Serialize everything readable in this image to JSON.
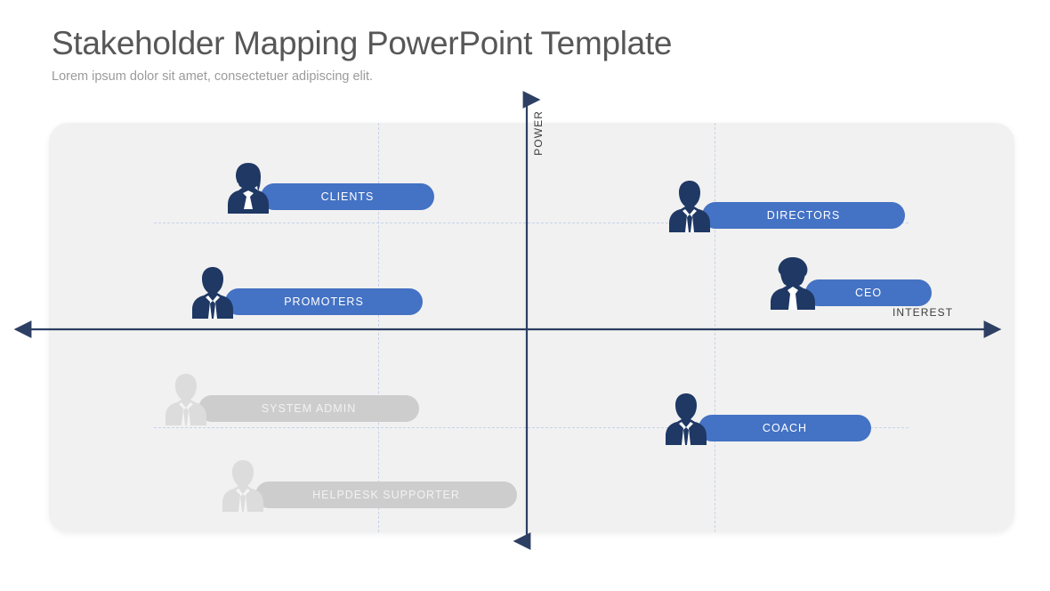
{
  "header": {
    "title": "Stakeholder Mapping PowerPoint Template",
    "subtitle": "Lorem ipsum dolor sit amet, consectetuer adipiscing elit."
  },
  "axes": {
    "vertical_label": "POWER",
    "horizontal_label": "INTEREST",
    "axis_color": "#2d3f63"
  },
  "colors": {
    "panel_background": "#f1f1f1",
    "pill_active": "#4472c4",
    "pill_inactive": "#cdcdcd",
    "silhouette_active": "#1f3864",
    "silhouette_inactive": "#dcdcdc",
    "gridline": "#c6d3e8",
    "title": "#575757",
    "subtitle": "#9b9b9b"
  },
  "chart_data": {
    "type": "scatter",
    "title": "Stakeholder Mapping PowerPoint Template",
    "xlabel": "INTEREST",
    "ylabel": "POWER",
    "quadrants": [
      "high-power-low-interest",
      "high-power-high-interest",
      "low-power-low-interest",
      "low-power-high-interest"
    ],
    "points": [
      {
        "label": "CLIENTS",
        "quadrant": "high-power-low-interest",
        "interest": "low",
        "power": "high"
      },
      {
        "label": "DIRECTORS",
        "quadrant": "high-power-high-interest",
        "interest": "high",
        "power": "high"
      },
      {
        "label": "PROMOTERS",
        "quadrant": "high-power-low-interest",
        "interest": "low",
        "power": "high"
      },
      {
        "label": "CEO",
        "quadrant": "high-power-high-interest",
        "interest": "high",
        "power": "high"
      },
      {
        "label": "SYSTEM ADMIN",
        "quadrant": "low-power-low-interest",
        "interest": "low",
        "power": "low"
      },
      {
        "label": "COACH",
        "quadrant": "low-power-high-interest",
        "interest": "high",
        "power": "low"
      },
      {
        "label": "HELPDESK SUPPORTER",
        "quadrant": "low-power-low-interest",
        "interest": "low",
        "power": "low"
      }
    ]
  },
  "stakeholders": [
    {
      "id": "clients",
      "label": "CLIENTS",
      "icon": "person-female-longhair-icon",
      "state": "active"
    },
    {
      "id": "directors",
      "label": "DIRECTORS",
      "icon": "person-male-suit-icon",
      "state": "active"
    },
    {
      "id": "promoters",
      "label": "PROMOTERS",
      "icon": "person-male-suit-icon",
      "state": "active"
    },
    {
      "id": "ceo",
      "label": "CEO",
      "icon": "person-female-curly-icon",
      "state": "active"
    },
    {
      "id": "sysadmin",
      "label": "SYSTEM ADMIN",
      "icon": "person-male-suit-icon",
      "state": "inactive"
    },
    {
      "id": "coach",
      "label": "COACH",
      "icon": "person-male-suit-icon",
      "state": "active"
    },
    {
      "id": "helpdesk",
      "label": "HELPDESK SUPPORTER",
      "icon": "person-male-suit-icon",
      "state": "inactive"
    }
  ]
}
